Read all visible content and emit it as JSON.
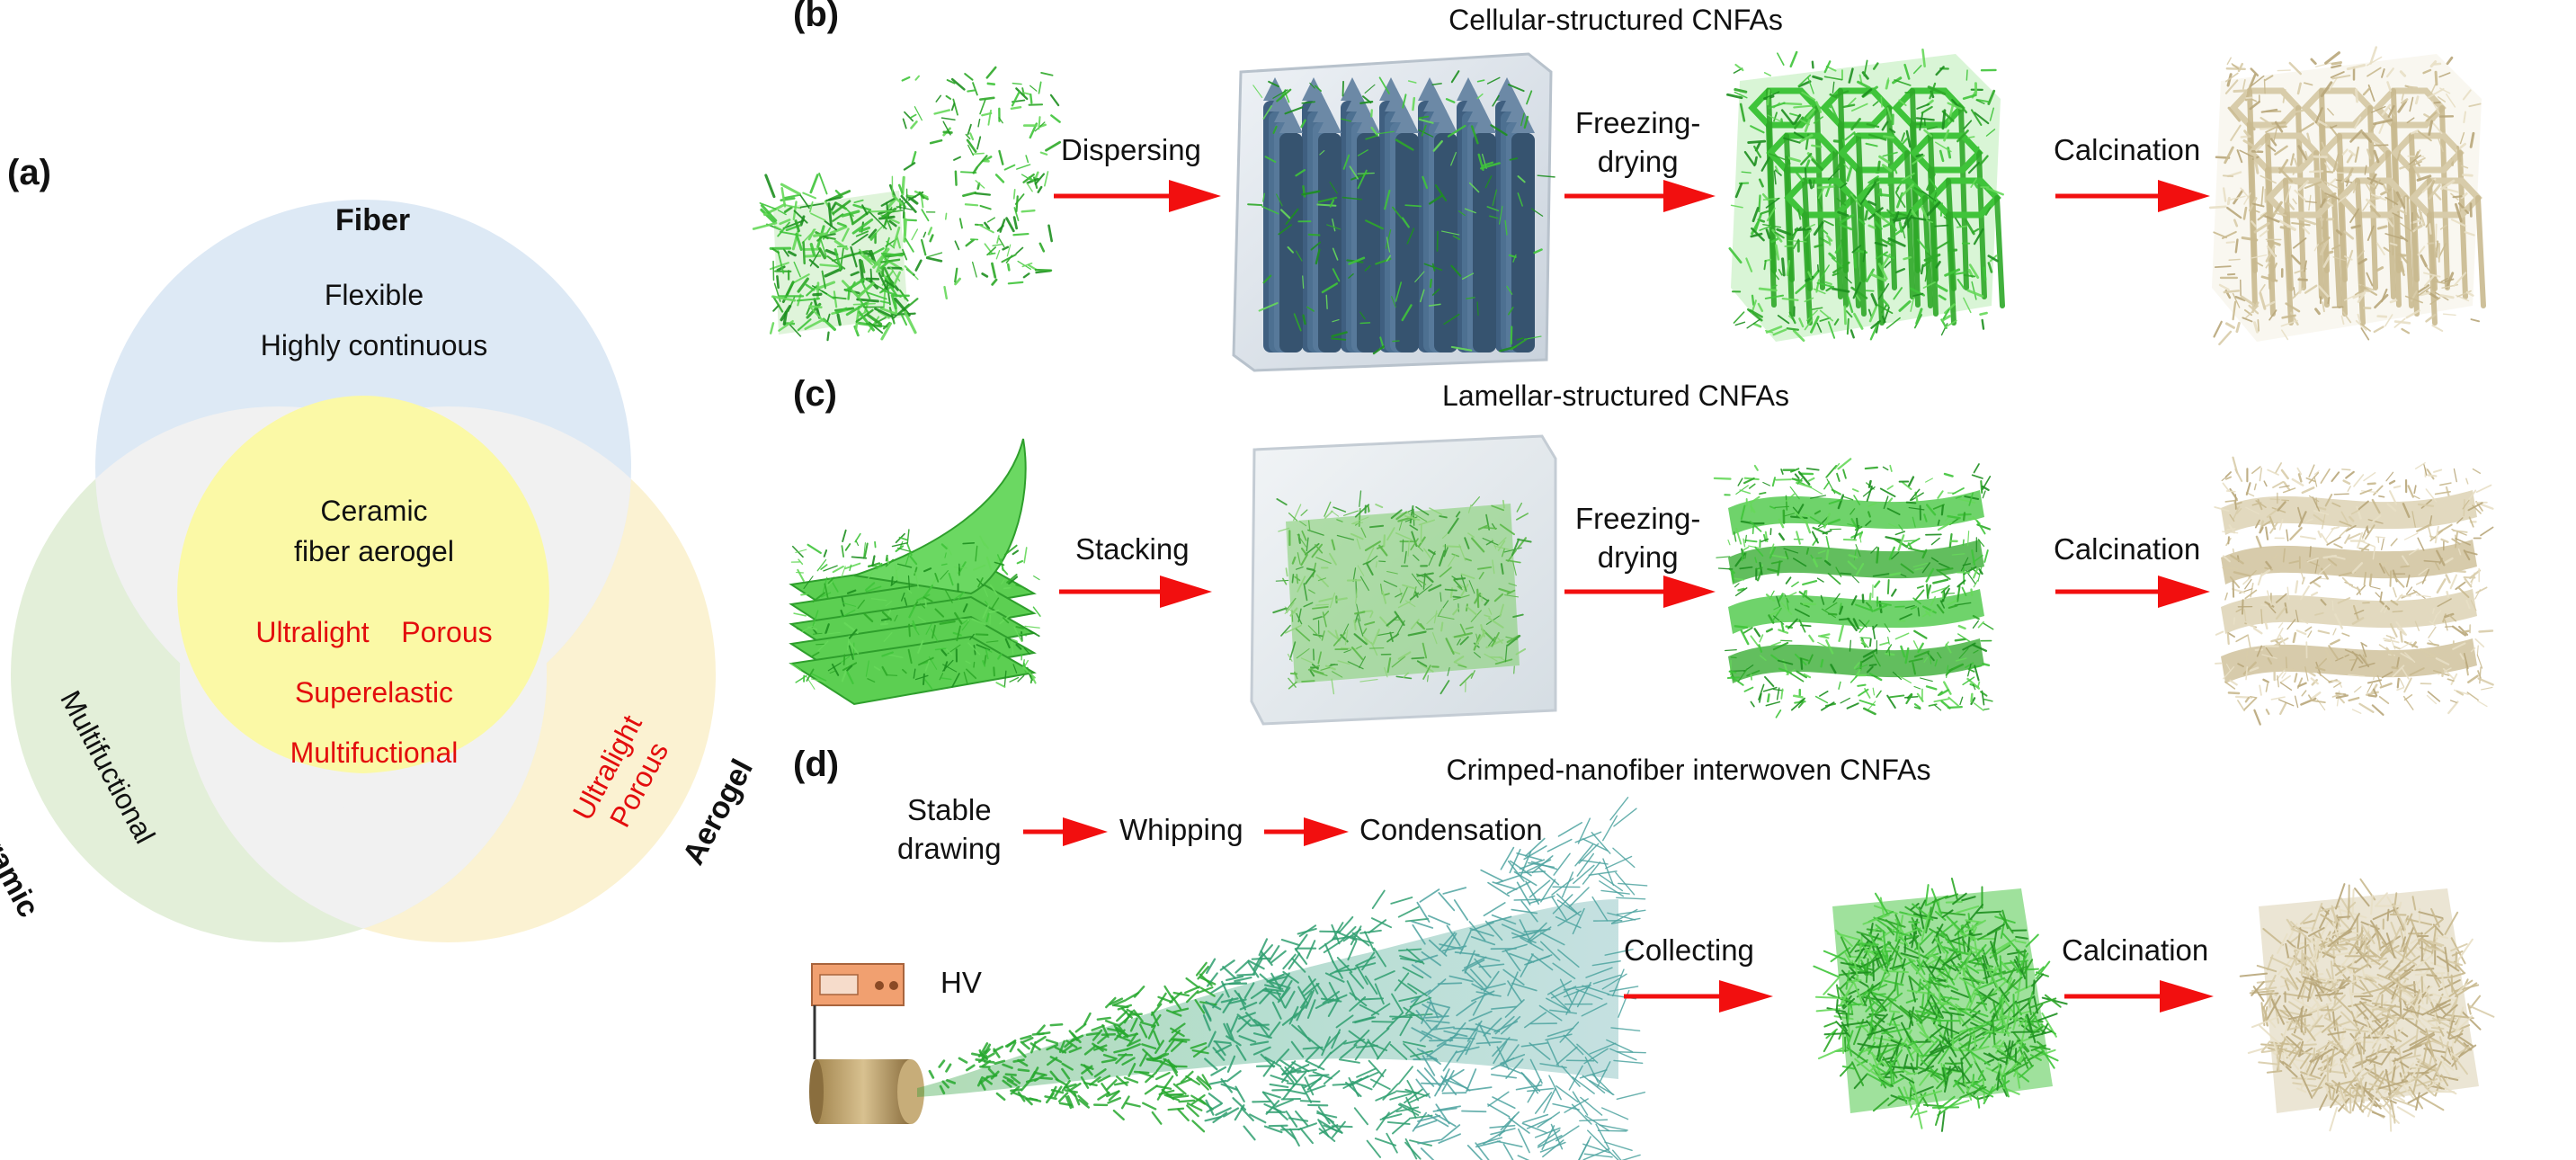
{
  "panel_a": {
    "letter": "(a)",
    "circle_labels": {
      "top": "Fiber",
      "left": "Ceramic",
      "right": "Aerogel"
    },
    "fiber_props": [
      "Flexible",
      "Highly continuous"
    ],
    "center_title": [
      "Ceramic",
      "fiber aerogel"
    ],
    "center_props": [
      "Ultralight",
      "Porous",
      "Superelastic",
      "Multifuctional"
    ],
    "ceramic_prop": "Multifuctional",
    "aerogel_props": [
      "Ultralight",
      "Porous"
    ]
  },
  "panel_b": {
    "letter": "(b)",
    "title": "Cellular-structured CNFAs",
    "steps": [
      "Dispersing",
      "Freezing-\ndrying",
      "Calcination"
    ]
  },
  "panel_c": {
    "letter": "(c)",
    "title": "Lamellar-structured CNFAs",
    "steps": [
      "Stacking",
      "Freezing-\ndrying",
      "Calcination"
    ]
  },
  "panel_d": {
    "letter": "(d)",
    "title": "Crimped-nanofiber interwoven CNFAs",
    "flow": [
      "Stable\ndrawing",
      "Whipping",
      "Condensation"
    ],
    "device_label": "HV",
    "steps": [
      "Collecting",
      "Calcination"
    ]
  },
  "colors": {
    "fiber_circle": "#dde9f5",
    "ceramic_circle": "#e3efd9",
    "aerogel_circle": "#fbf2d2",
    "overlap": "#f1f1f1",
    "center": "#fbf9a6",
    "highlight_text": "#e30d0d",
    "arrow": "#f20f0f",
    "green_fiber": "#3fc43a",
    "calcined_fiber": "#d8ccaa",
    "spray_fiber": "#3aa08f"
  }
}
